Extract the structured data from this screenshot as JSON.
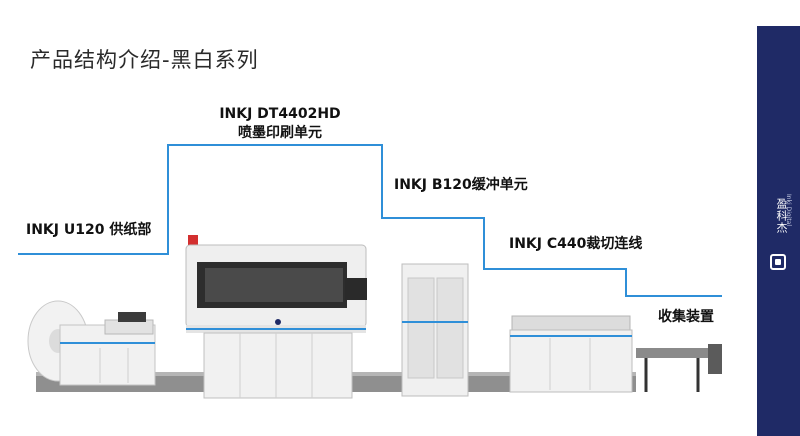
{
  "slide": {
    "title": "产品结构介绍-黑白系列"
  },
  "modules": [
    {
      "name": "INKJ U120 供纸部"
    },
    {
      "name": "INKJ DT4402HD",
      "subtitle": "喷墨印刷单元"
    },
    {
      "name": "INKJ B120缓冲单元"
    },
    {
      "name": "INKJ C440裁切连线"
    },
    {
      "name": "收集装置"
    }
  ],
  "brand": {
    "name": "盈科杰",
    "sub": "Inkj Digital"
  },
  "colors": {
    "accent_line": "#2f8fd8",
    "side_bar": "#1f2a66",
    "machine_body": "#ededed",
    "floor": "#9a9a9a"
  }
}
